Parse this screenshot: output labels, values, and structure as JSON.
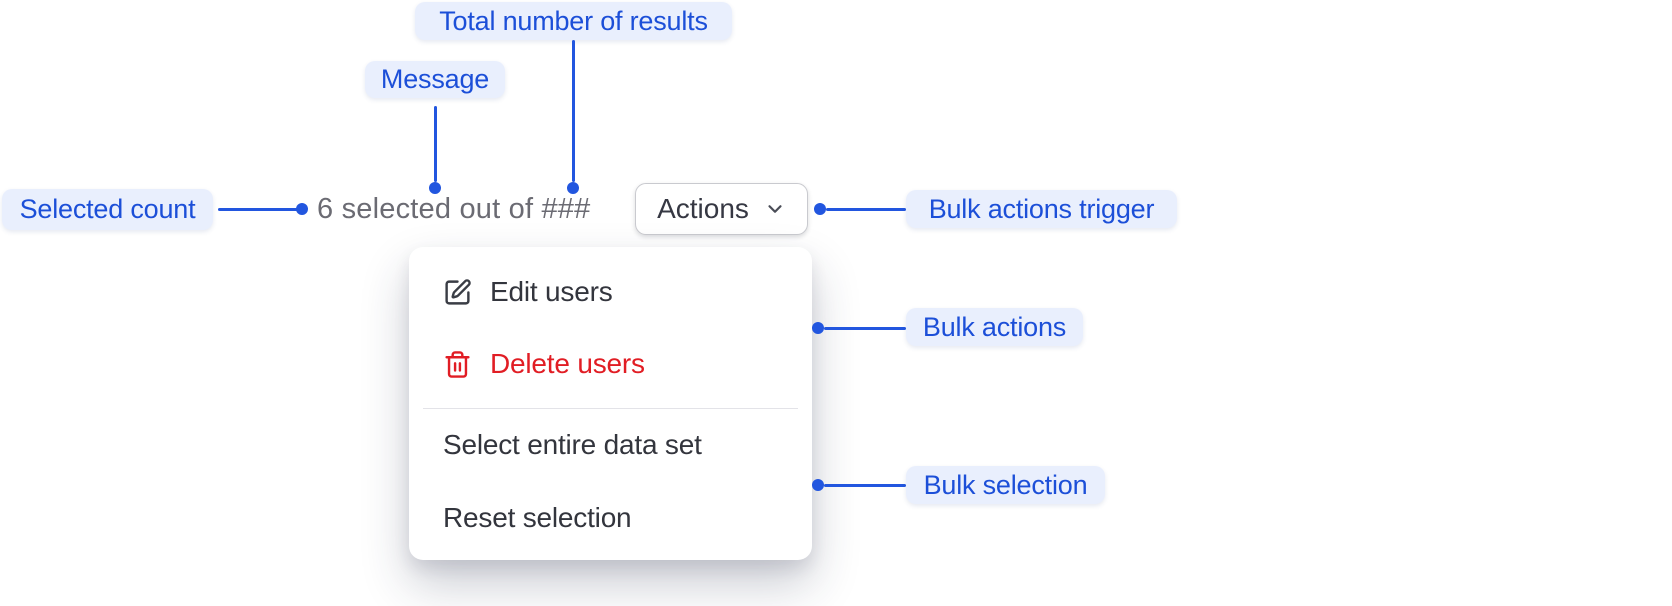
{
  "annotations": {
    "total_results": "Total number of results",
    "message": "Message",
    "selected_count": "Selected count",
    "bulk_actions_trigger": "Bulk actions trigger",
    "bulk_actions": "Bulk actions",
    "bulk_selection": "Bulk selection"
  },
  "toolbar": {
    "selection_message": "6 selected out of ###",
    "actions_label": "Actions"
  },
  "menu": {
    "items": [
      {
        "label": "Edit users",
        "icon": "edit-icon",
        "tone": "default"
      },
      {
        "label": "Delete users",
        "icon": "trash-icon",
        "tone": "critical"
      },
      {
        "label": "Select entire data set",
        "icon": null,
        "tone": "default"
      },
      {
        "label": "Reset selection",
        "icon": null,
        "tone": "default"
      }
    ]
  },
  "colors": {
    "annotation_bg": "#e9effd",
    "annotation_text": "#1c4fd8",
    "connector_blue": "#2256df",
    "critical_red": "#e11d24",
    "menu_text": "#33353d",
    "muted_text": "#6b6b73"
  }
}
